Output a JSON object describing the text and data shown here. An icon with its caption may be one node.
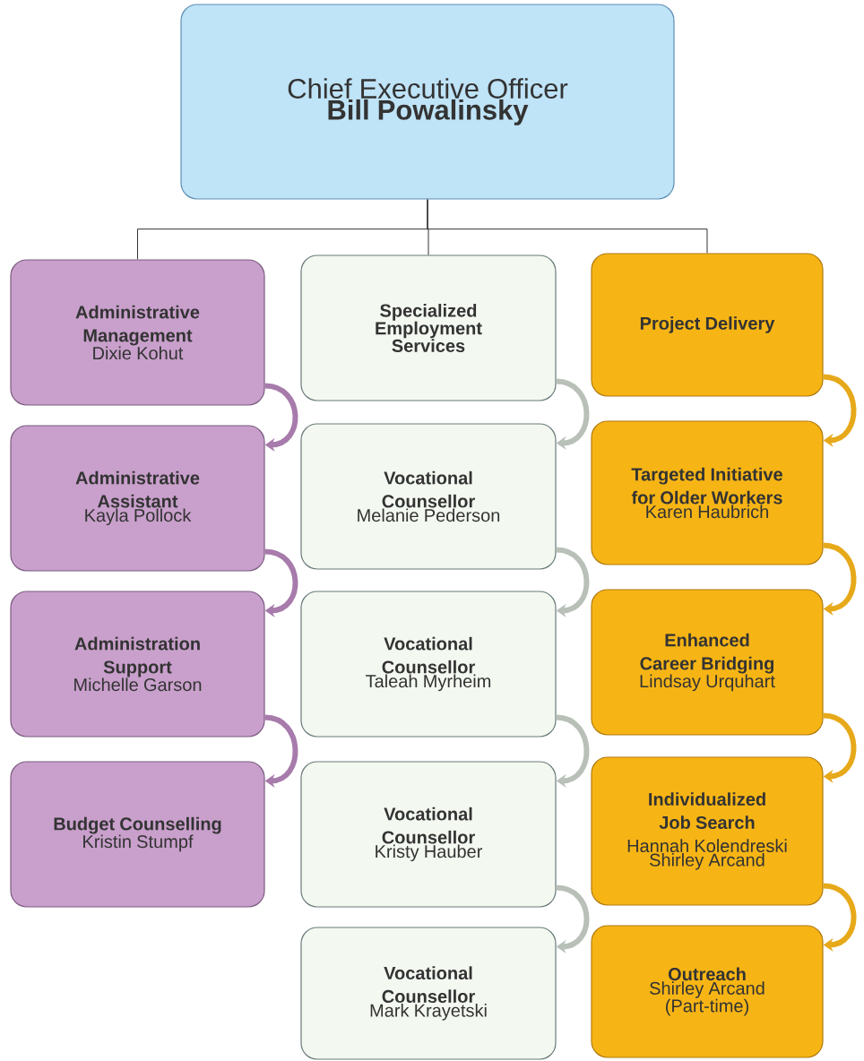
{
  "diagram": {
    "nodes": [
      {
        "text": [
          "Chief Executive Officer",
          "Bill Powalinsky"
        ]
      },
      {
        "text": [
          "Administrative Management",
          "Dixie Kohut"
        ]
      },
      {
        "text": [
          "Specialized Employment Services"
        ]
      },
      {
        "text": [
          "Project Delivery"
        ]
      },
      {
        "text": [
          "Administrative Assistant",
          "Kayla Pollock"
        ]
      },
      {
        "text": [
          "Administration Support",
          "Michelle Garson"
        ]
      },
      {
        "text": [
          "Budget Counselling",
          "Kristin Stumpf"
        ]
      },
      {
        "text": [
          "Vocational Counsellor",
          "Melanie Pederson"
        ]
      },
      {
        "text": [
          "Vocational Counsellor",
          "Taleah Myrheim"
        ]
      },
      {
        "text": [
          "Vocational Counsellor",
          "Kristy Hauber"
        ]
      },
      {
        "text": [
          "Vocational Counsellor",
          "Mark Krayetski"
        ]
      },
      {
        "text": [
          "Targeted Initiative for Older Workers",
          "Karen Haubrich"
        ]
      },
      {
        "text": [
          "Enhanced Career Bridging",
          "Lindsay Urquhart"
        ]
      },
      {
        "text": [
          "Individualized Job Search",
          "Hannah Kolendreski",
          "Shirley Arcand"
        ]
      },
      {
        "text": [
          "Outreach",
          "Shirley Arcand (Part-time)"
        ]
      }
    ],
    "edges": [
      {
        "from": 0,
        "to": 1,
        "arrow": "none",
        "color": "#333333"
      },
      {
        "from": 0,
        "to": 2,
        "arrow": "none",
        "color": "#333333"
      },
      {
        "from": 0,
        "to": 3,
        "arrow": "none",
        "color": "#333333"
      },
      {
        "from": 1,
        "to": 4,
        "arrow": "to",
        "color": "#a77bab"
      },
      {
        "from": 4,
        "to": 5,
        "arrow": "to",
        "color": "#a77bab"
      },
      {
        "from": 5,
        "to": 6,
        "arrow": "to",
        "color": "#a77bab"
      },
      {
        "from": 2,
        "to": 7,
        "arrow": "to",
        "color": "#b8c0b8"
      },
      {
        "from": 7,
        "to": 8,
        "arrow": "to",
        "color": "#b8c0b8"
      },
      {
        "from": 8,
        "to": 9,
        "arrow": "to",
        "color": "#b8c0b8"
      },
      {
        "from": 9,
        "to": 10,
        "arrow": "to",
        "color": "#b8c0b8"
      },
      {
        "from": 3,
        "to": 11,
        "arrow": "to",
        "color": "#e6a91a"
      },
      {
        "from": 11,
        "to": 12,
        "arrow": "to",
        "color": "#e6a91a"
      },
      {
        "from": 12,
        "to": 13,
        "arrow": "to",
        "color": "#e6a91a"
      },
      {
        "from": 13,
        "to": 14,
        "arrow": "to",
        "color": "#e6a91a"
      }
    ]
  }
}
